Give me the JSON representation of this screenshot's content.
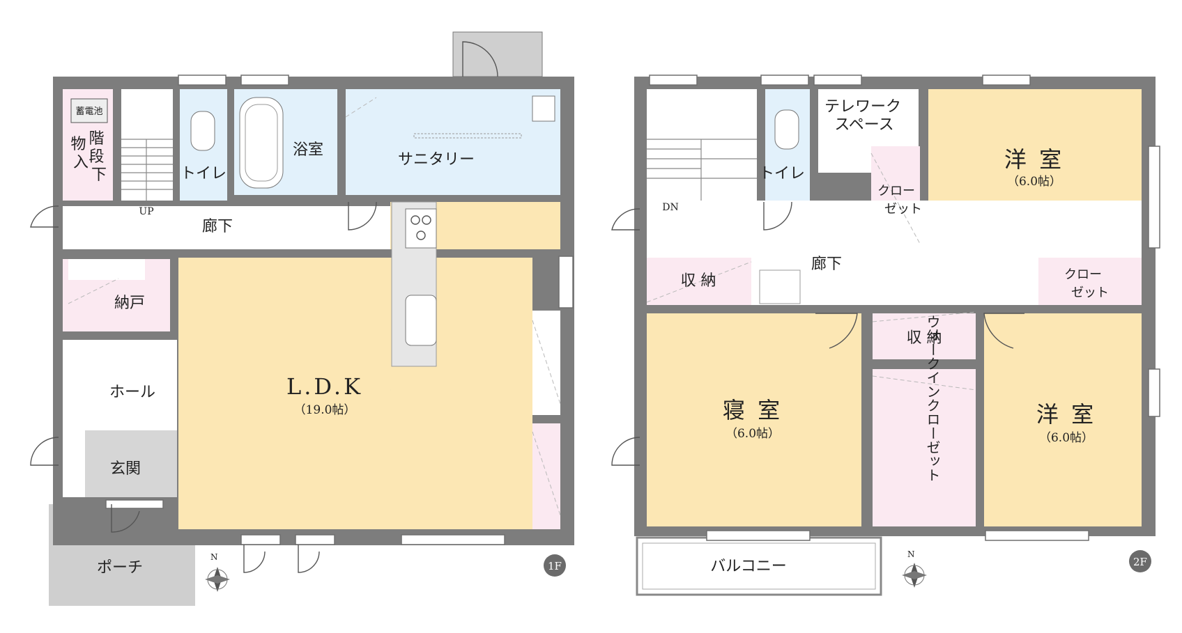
{
  "floor1": {
    "badge": "1F",
    "rooms": {
      "battery": "蓄電池",
      "storage": "物入",
      "under_stairs": "階段下",
      "toilet": "トイレ",
      "bath": "浴室",
      "sanitary": "サニタリー",
      "up": "UP",
      "corridor": "廊下",
      "closet": "納戸",
      "hall": "ホール",
      "entrance": "玄関",
      "porch": "ポーチ",
      "ldk": "L.D.K",
      "ldk_size": "（19.0帖）"
    }
  },
  "floor2": {
    "badge": "2F",
    "rooms": {
      "dn": "DN",
      "toilet": "トイレ",
      "telework_1": "テレワーク",
      "telework_2": "スペース",
      "western1": "洋 室",
      "western1_size": "（6.0帖）",
      "closet_a_1": "クロー",
      "closet_a_2": "ゼット",
      "storage_left": "収 納",
      "corridor": "廊下",
      "closet_b_1": "クロー",
      "closet_b_2": "ゼット",
      "storage_mid": "収 納",
      "bedroom": "寝 室",
      "bedroom_size": "（6.0帖）",
      "wic": "ウォークインクローゼット",
      "western2": "洋 室",
      "western2_size": "（6.0帖）",
      "balcony": "バルコニー"
    }
  },
  "compass_label": "N",
  "colors": {
    "ldk": "#fce7b4",
    "bedroom": "#fce7b4",
    "wet": "#e2f1fb",
    "pink": "#fbe9f1",
    "porch": "#cfcfcf",
    "entrance": "#d6d6d6",
    "wall": "#7d7d7d"
  }
}
